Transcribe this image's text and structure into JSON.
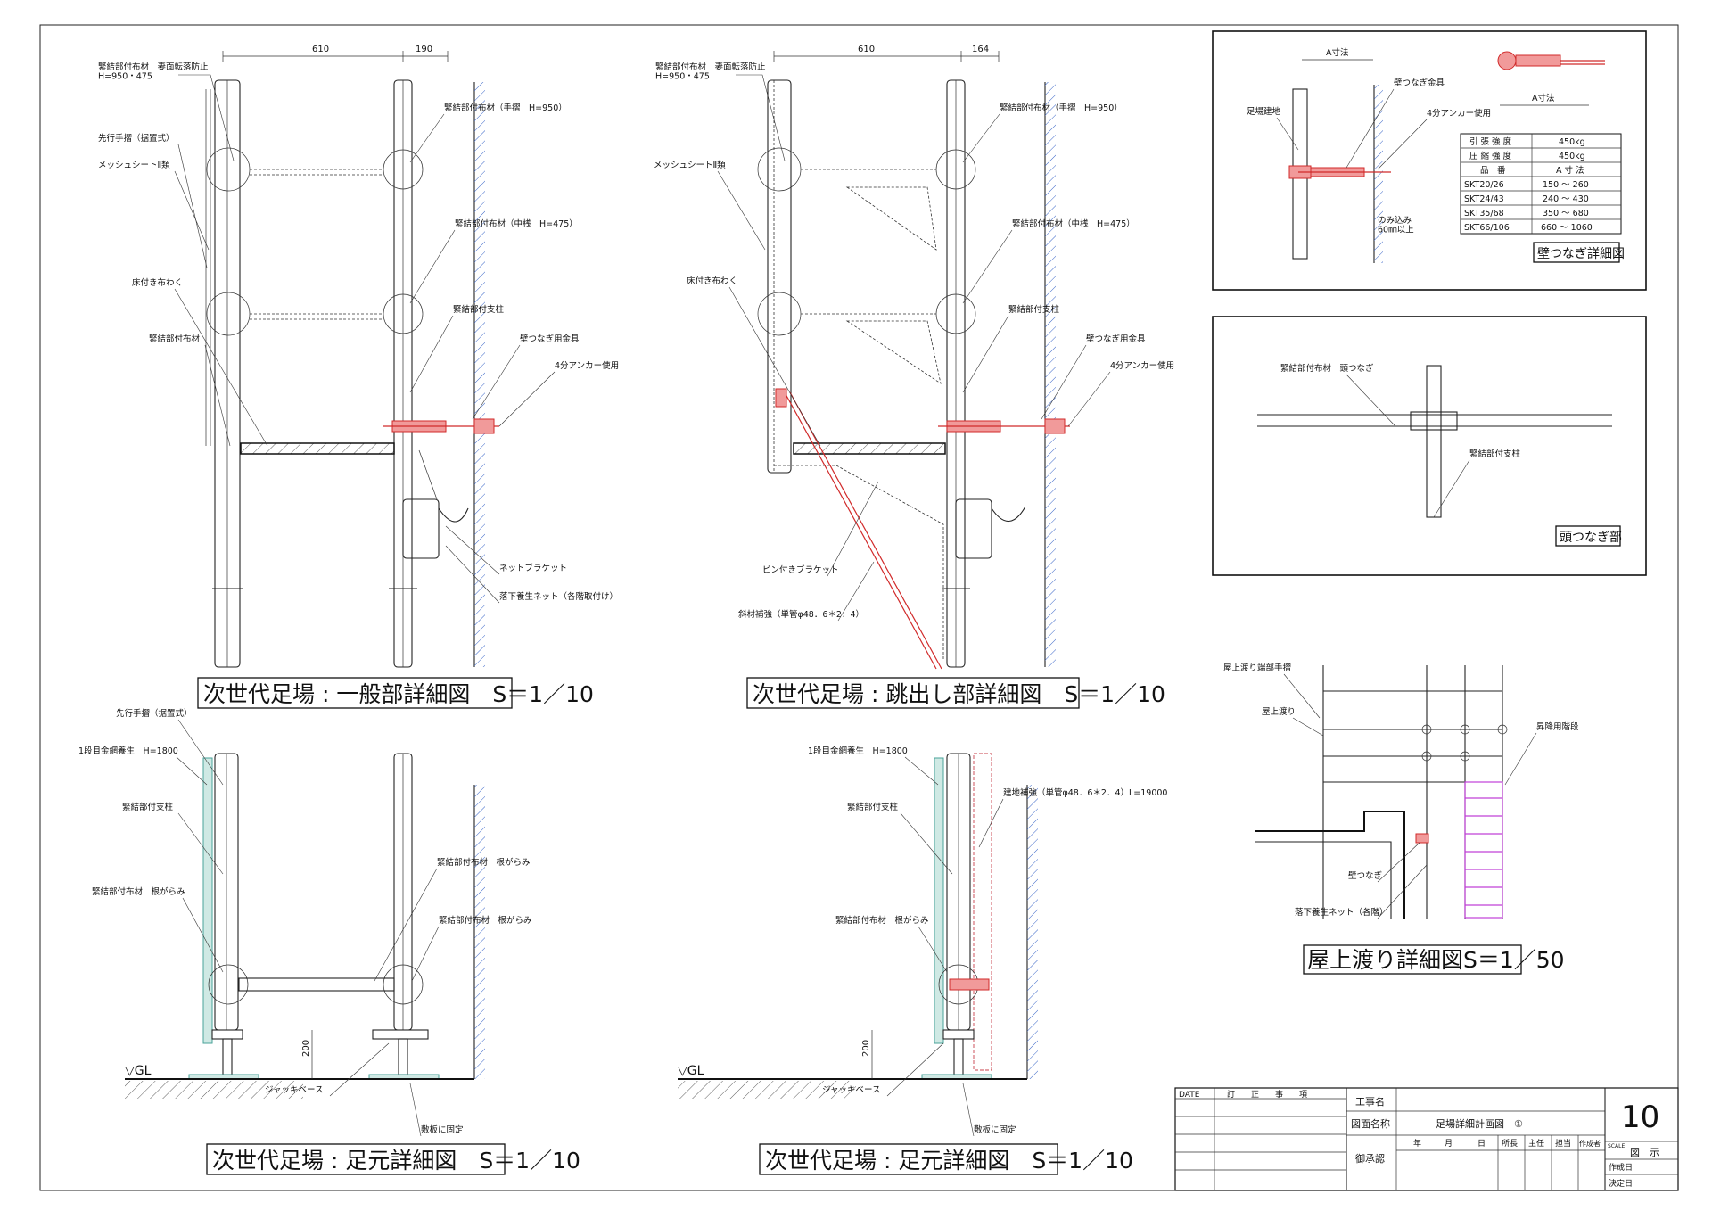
{
  "panels": {
    "p1": {
      "title": "次世代足場 : 一般部詳細図　S＝1／10",
      "dims": [
        "610",
        "190"
      ],
      "labels": [
        "緊結部付布材　妻面転落防止\nH=950・475",
        "先行手摺（据置式）",
        "メッシュシートⅡ類",
        "床付き布わく",
        "緊結部付布材",
        "緊結部付布材（手摺　H=950）",
        "緊結部付布材（中桟　H=475）",
        "緊結部付支柱",
        "壁つなぎ用金具",
        "4分アンカー使用",
        "ネットブラケット",
        "落下養生ネット（各階取付け）"
      ]
    },
    "p2": {
      "title": "次世代足場 : 跳出し部詳細図　S＝1／10",
      "dims": [
        "610",
        "164"
      ],
      "labels": [
        "緊結部付布材　妻面転落防止\nH=950・475",
        "メッシュシートⅡ類",
        "床付き布わく",
        "緊結部付布材（手摺　H=950）",
        "緊結部付布材（中桟　H=475）",
        "緊結部付支柱",
        "壁つなぎ用金具",
        "4分アンカー使用",
        "ピン付きブラケット",
        "斜材補強（単管φ48．6＊2．4）"
      ]
    },
    "p3": {
      "title": "次世代足場 : 足元詳細図　S＝1／10",
      "dim": "200",
      "gl": "▽GL",
      "labels": [
        "先行手摺（据置式）",
        "1段目金網養生　H=1800",
        "緊結部付支柱",
        "緊結部付布材　根がらみ",
        "緊結部付布材　根がらみ",
        "緊結部付布材　根がらみ",
        "ジャッキベース",
        "敷板に固定"
      ]
    },
    "p4": {
      "title": "次世代足場 : 足元詳細図　S＝1／10",
      "dim": "200",
      "gl": "▽GL",
      "labels": [
        "1段目金網養生　H=1800",
        "緊結部付支柱",
        "建地補強（単管φ48．6＊2．4）L=19000",
        "緊結部付布材　根がらみ",
        "ジャッキベース",
        "敷板に固定"
      ]
    },
    "wall_tie": {
      "caption": "壁つなぎ詳細図",
      "labels": [
        "A寸法",
        "A寸法",
        "足場建地",
        "壁つなぎ金具",
        "4分アンカー使用",
        "のみ込み\n60㎜以上"
      ],
      "spec_rows": [
        [
          "引 張 強 度",
          "450kg"
        ],
        [
          "圧 縮 強 度",
          "450kg"
        ],
        [
          "品　番",
          "A 寸 法"
        ],
        [
          "SKT20/26",
          "150 ～ 260"
        ],
        [
          "SKT24/43",
          "240 ～ 430"
        ],
        [
          "SKT35/68",
          "350 ～ 680"
        ],
        [
          "SKT66/106",
          "660 ～ 1060"
        ]
      ]
    },
    "head_tie": {
      "caption": "頭つなぎ部",
      "labels": [
        "緊結部付布材　頭つなぎ",
        "緊結部付支柱"
      ]
    },
    "roof": {
      "caption": "屋上渡り詳細図S＝1／50",
      "labels": [
        "屋上渡り端部手摺",
        "屋上渡り",
        "昇降用階段",
        "壁つなぎ",
        "落下養生ネット（各階）"
      ]
    }
  },
  "title_block": {
    "date_header": "DATE",
    "revision_header": "訂　　正　　事　　項",
    "row_labels": [
      "工事名",
      "図面名称",
      "御承認"
    ],
    "project_name": "",
    "drawing_name": "足場詳細計画図　①",
    "date_fields": [
      "年",
      "月",
      "日"
    ],
    "roles": [
      "所長",
      "主任",
      "担当",
      "作成者"
    ],
    "sheet_number": "10",
    "scale_label": "SCALE",
    "scale_value": "図　示",
    "created_label": "作成日",
    "decided_label": "決定日"
  }
}
